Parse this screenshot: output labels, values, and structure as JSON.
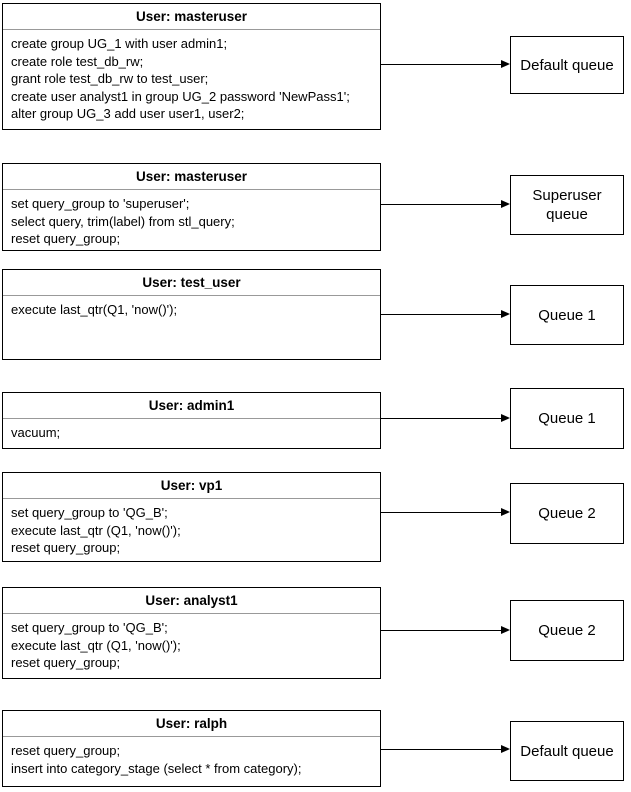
{
  "blocks": [
    {
      "user_label": "User: masteruser",
      "sql_lines": [
        "create group UG_1 with user admin1;",
        "create role test_db_rw;",
        "grant role test_db_rw to test_user;",
        "create user analyst1 in group UG_2 password 'NewPass1';",
        "alter group UG_3 add user user1, user2;"
      ],
      "queue": "Default queue"
    },
    {
      "user_label": "User: masteruser",
      "sql_lines": [
        "set query_group to 'superuser';",
        "select query, trim(label) from stl_query;",
        "reset query_group;"
      ],
      "queue": "Superuser queue"
    },
    {
      "user_label": "User: test_user",
      "sql_lines": [
        "execute last_qtr(Q1, 'now()');"
      ],
      "queue": "Queue 1"
    },
    {
      "user_label": "User: admin1",
      "sql_lines": [
        "vacuum;"
      ],
      "queue": "Queue 1"
    },
    {
      "user_label": "User: vp1",
      "sql_lines": [
        "set query_group to 'QG_B';",
        "execute last_qtr (Q1, 'now()');",
        "reset query_group;"
      ],
      "queue": "Queue 2"
    },
    {
      "user_label": "User: analyst1",
      "sql_lines": [
        "set query_group to 'QG_B';",
        "execute last_qtr (Q1, 'now()');",
        "reset query_group;"
      ],
      "queue": "Queue 2"
    },
    {
      "user_label": "User: ralph",
      "sql_lines": [
        "reset query_group;",
        "insert into category_stage (select * from category);"
      ],
      "queue": "Default queue"
    }
  ],
  "colors": {
    "background": "#ffffff",
    "text": "#000000",
    "box_border": "#000000",
    "header_divider": "#999999"
  }
}
